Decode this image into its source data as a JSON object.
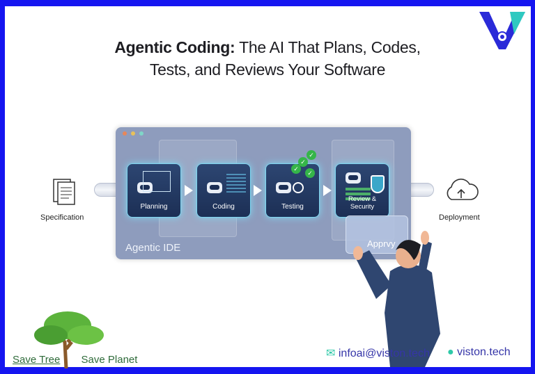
{
  "title": {
    "bold": "Agentic Coding:",
    "rest_line1": " The AI That Plans, Codes,",
    "line2": "Tests, and Reviews Your Software"
  },
  "pipeline": {
    "start": {
      "label": "Specification",
      "icon": "document-icon"
    },
    "ide_label": "Agentic IDE",
    "stages": [
      {
        "label": "Planning",
        "icon": "robot-blueprint-icon"
      },
      {
        "label": "Coding",
        "icon": "robot-code-icon"
      },
      {
        "label": "Testing",
        "icon": "robot-magnifier-icon"
      },
      {
        "label": "Review & Security",
        "icon": "robot-shield-icon"
      }
    ],
    "approve_label": "Apprvy",
    "end": {
      "label": "Deployment",
      "icon": "cloud-upload-icon"
    }
  },
  "footer": {
    "save_tree": "Save Tree",
    "save_planet": "Save Planet",
    "email": "infoai@viston.tech",
    "website": "viston.tech"
  },
  "colors": {
    "frame": "#1515f0",
    "ide": "#8e9cbd",
    "card": "#1c2f55",
    "glow": "#7fd6f0",
    "check": "#35b549",
    "contact": "#3535a8",
    "tree_text": "#2f6b3a"
  }
}
